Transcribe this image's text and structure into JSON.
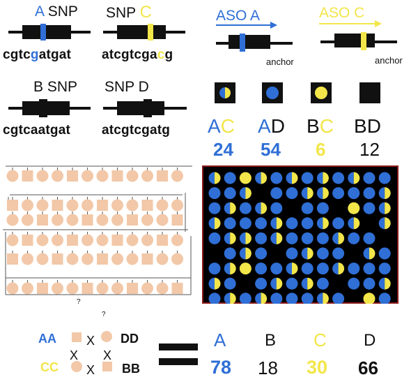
{
  "snp_a": {
    "letter": "A",
    "label": "SNP",
    "sequence": [
      "cgtc",
      "g",
      "atgat"
    ]
  },
  "snp_c": {
    "label": "SNP",
    "letter": "C",
    "sequence": [
      "atcgtcga",
      "c",
      "g"
    ]
  },
  "snp_b": {
    "letter": "B",
    "label": "SNP",
    "sequence": "cgtcaatgat"
  },
  "snp_d": {
    "label": "SNP",
    "letter": "D",
    "sequence": "atcgtcgatg"
  },
  "aso_a": {
    "label": "ASO A",
    "anchor": "anchor"
  },
  "aso_c": {
    "label": "ASO C",
    "anchor": "anchor"
  },
  "genotype_counts": [
    {
      "left": "A",
      "right": "C",
      "count": "24",
      "left_color": "#2f6fd6",
      "right_color": "#f2e64a",
      "count_color": "#2f6fd6",
      "icon": "half-blue-half-yellow"
    },
    {
      "left": "A",
      "right": "D",
      "count": "54",
      "left_color": "#2f6fd6",
      "right_color": "#111111",
      "count_color": "#2f6fd6",
      "icon": "blue-dot"
    },
    {
      "left": "B",
      "right": "C",
      "count": "6",
      "left_color": "#111111",
      "right_color": "#f2e64a",
      "count_color": "#f2e64a",
      "icon": "yellow-dot"
    },
    {
      "left": "B",
      "right": "D",
      "count": "12",
      "left_color": "#111111",
      "right_color": "#111111",
      "count_color": "#111111",
      "icon": "black-square"
    }
  ],
  "pedigree_marks": [
    "?",
    "?"
  ],
  "cross": {
    "aa": "AA",
    "dd": "DD",
    "cc": "CC",
    "bb": "BB",
    "x": "X"
  },
  "allele_totals": [
    {
      "letter": "A",
      "count": "78",
      "color": "#2f6fd6"
    },
    {
      "letter": "B",
      "count": "18",
      "color": "#111111"
    },
    {
      "letter": "C",
      "count": "30",
      "color": "#f2e64a"
    },
    {
      "letter": "D",
      "count": "66",
      "color": "#111111"
    }
  ],
  "colors": {
    "blue": "#2f6fd6",
    "yellow": "#f2e64a",
    "black": "#111111",
    "tan": "#f2c8a8",
    "grid_border": "#8b1a1a"
  }
}
